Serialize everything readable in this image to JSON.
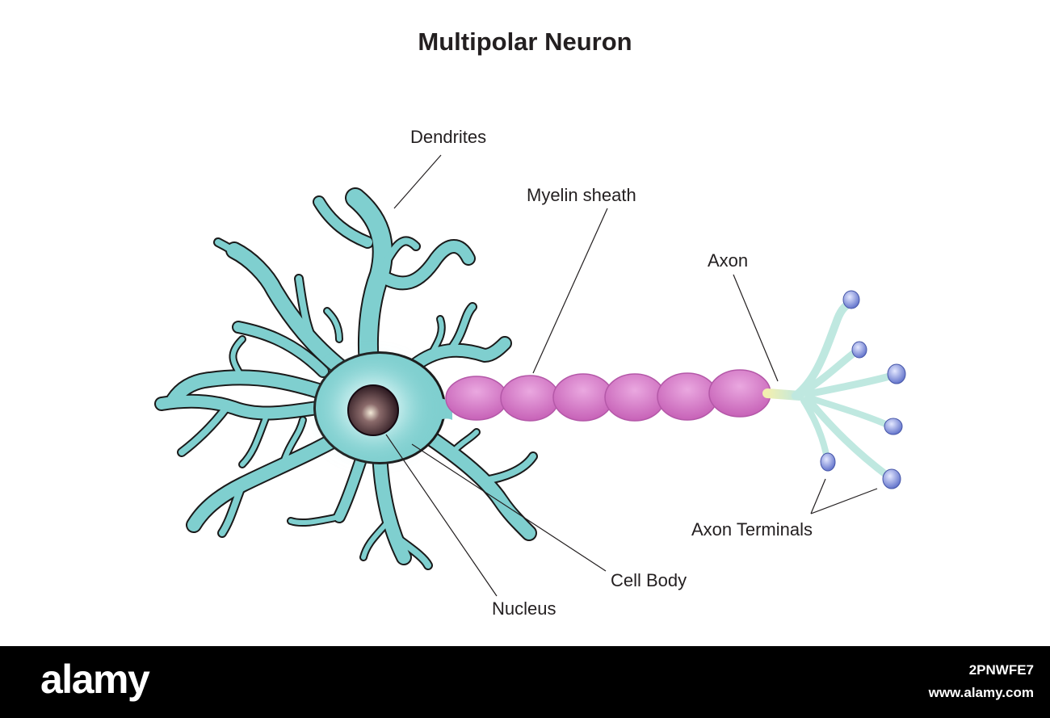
{
  "title": "Multipolar Neuron",
  "labels": {
    "dendrites": "Dendrites",
    "myelin_sheath": "Myelin sheath",
    "axon": "Axon",
    "axon_terminals": "Axon Terminals",
    "cell_body": "Cell Body",
    "nucleus": "Nucleus"
  },
  "footer": {
    "brand": "alamy",
    "image_id": "2PNWFE7",
    "url": "www.alamy.com"
  },
  "colors": {
    "dendrite_fill": "#7fcfcf",
    "outline": "#1a1a1a",
    "myelin": "#d670c0",
    "terminal_bulb": "#6f7fd0",
    "nucleus": "#2a1a22"
  }
}
